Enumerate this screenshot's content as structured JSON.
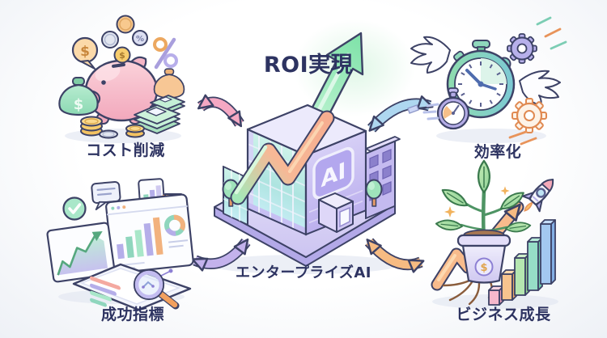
{
  "title": "ROI実現",
  "center": {
    "label": "エンタープライズAI",
    "building_sign": "AI"
  },
  "nodes": [
    {
      "id": "cost-reduction",
      "label": "コスト削減",
      "position": "top-left",
      "icon": "piggy-bank-icon",
      "arrow_color": "#f5a8c3"
    },
    {
      "id": "efficiency",
      "label": "効率化",
      "position": "top-right",
      "icon": "winged-stopwatch-icon",
      "arrow_color": "#aed7f0"
    },
    {
      "id": "success-metrics",
      "label": "成功指標",
      "position": "bottom-left",
      "icon": "analytics-dashboard-icon",
      "arrow_color": "#c3b2ec"
    },
    {
      "id": "business-growth",
      "label": "ビジネス成長",
      "position": "bottom-right",
      "icon": "growth-plant-icon",
      "arrow_color": "#f6bb82"
    }
  ],
  "glyphs": {
    "dollar": "$",
    "percent": "%"
  },
  "colors": {
    "background": "#f2f4f8",
    "text": "#2d3361",
    "outline": "#3d4266",
    "roi_arrow_green": "#7ee2a8",
    "ribbon_salmon": "#f4a98c",
    "building_glass": "#b2e7e2",
    "building_face": "#c9c0f2",
    "platform": "#d5cef4"
  }
}
